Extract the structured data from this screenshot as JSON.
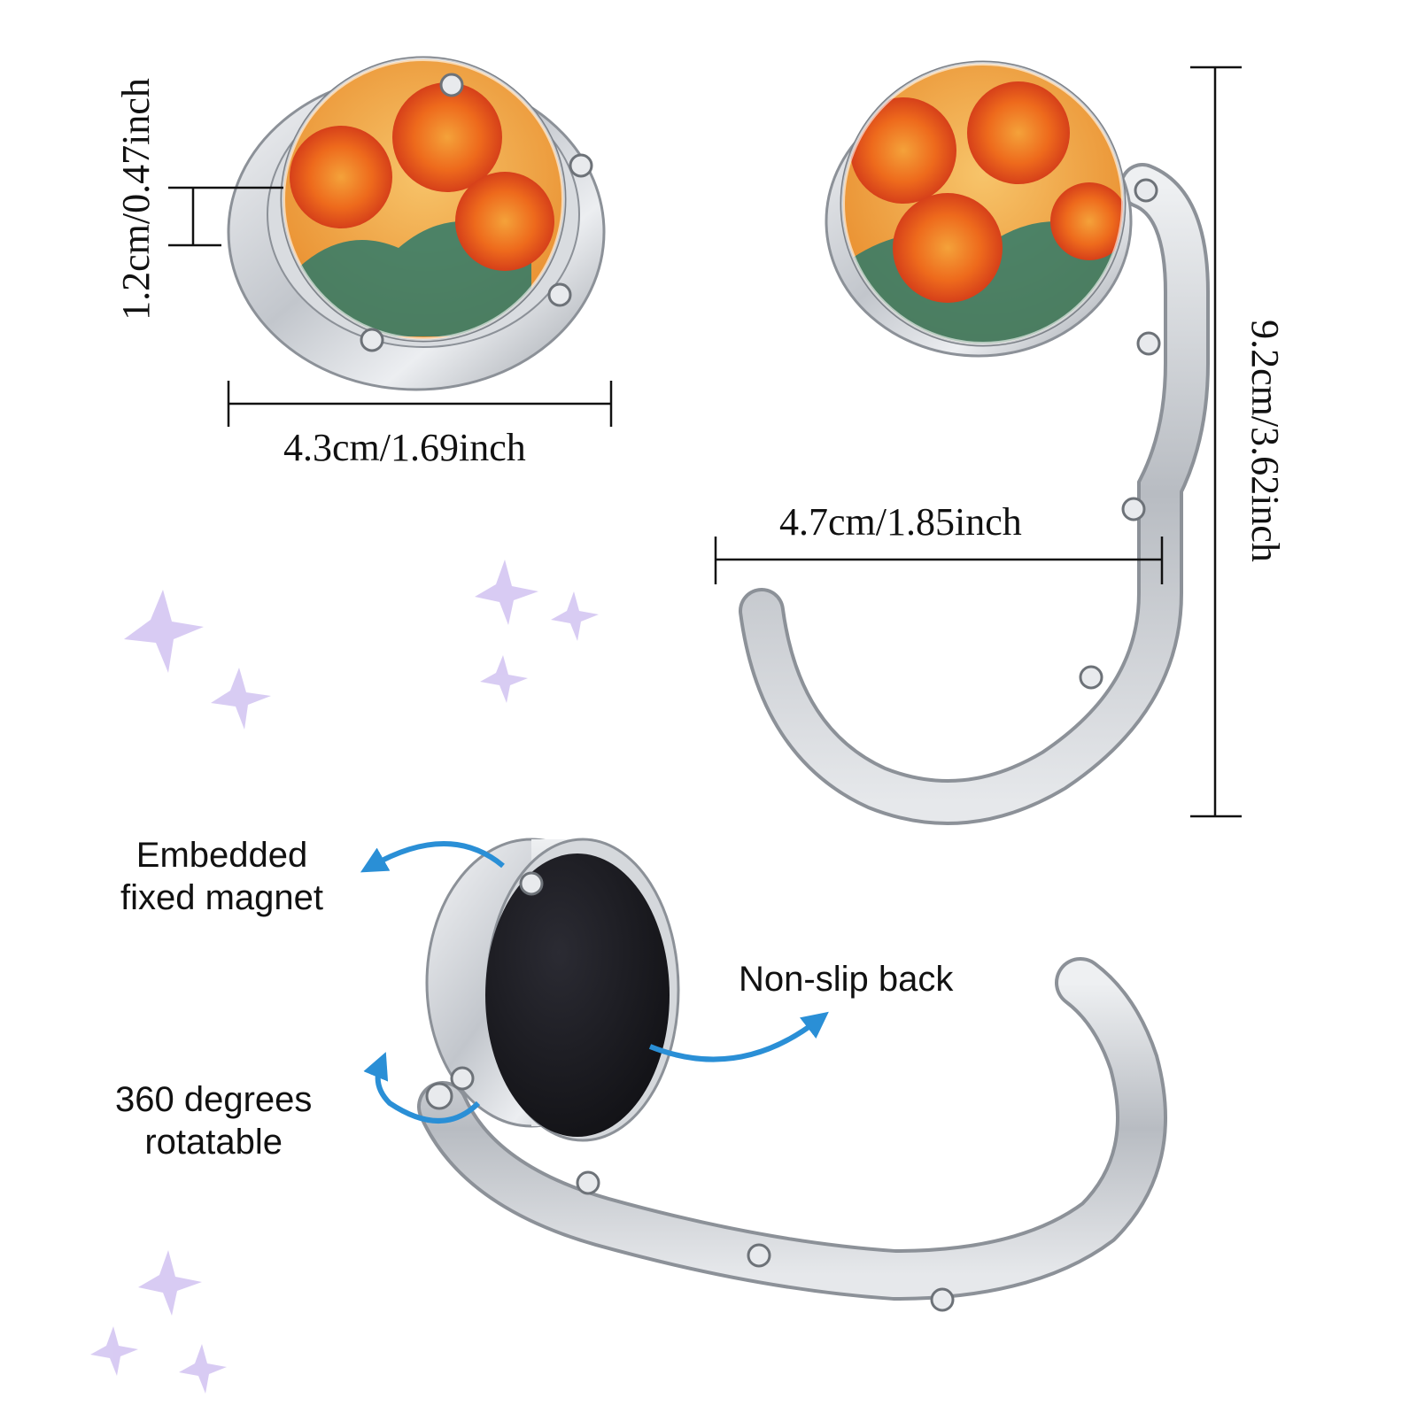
{
  "dimensions": {
    "thickness": "1.2cm/0.47inch",
    "closed_diameter": "4.3cm/1.69inch",
    "hook_width": "4.7cm/1.85inch",
    "total_height": "9.2cm/3.62inch"
  },
  "features": {
    "magnet_line1": "Embedded",
    "magnet_line2": "fixed magnet",
    "back": "Non-slip back",
    "rotate_line1": "360 degrees",
    "rotate_line2": "rotatable"
  },
  "colors": {
    "arrow": "#2a8fd6",
    "metal": "#c9cdd2",
    "magnet_pad": "#1c1c22",
    "flower": "#f07a1e",
    "background_sparkle": "#b9a6e6"
  },
  "icons": [
    "rotate-arrow-icon",
    "sparkle-icon"
  ]
}
